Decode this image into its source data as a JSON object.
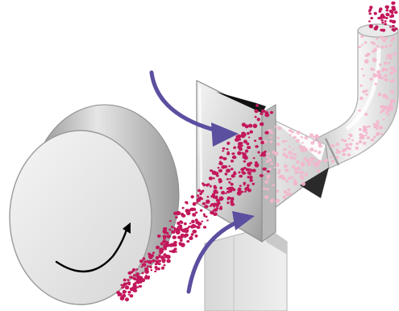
{
  "diagram": {
    "type": "technical-illustration",
    "labels": [],
    "components": [
      {
        "id": "rotating-drum",
        "icon": "drum-icon",
        "rotation": "clockwise"
      },
      {
        "id": "triangular-hopper",
        "icon": "hopper-icon"
      },
      {
        "id": "exhaust-duct",
        "icon": "duct-elbow-icon"
      },
      {
        "id": "base-stand",
        "icon": "stand-icon"
      }
    ],
    "arrows": [
      {
        "id": "incoming-flow-top",
        "color": "#5b4fa0"
      },
      {
        "id": "incoming-flow-bottom",
        "color": "#5b4fa0"
      },
      {
        "id": "drum-rotation",
        "color": "#000000"
      }
    ],
    "colors": {
      "particles": "#c2185b",
      "particles_faded": "#f3b6cd",
      "arrow": "#5b4fa0",
      "metal_light": "#e4e4e4",
      "metal_dark": "#1a1a1a"
    }
  }
}
